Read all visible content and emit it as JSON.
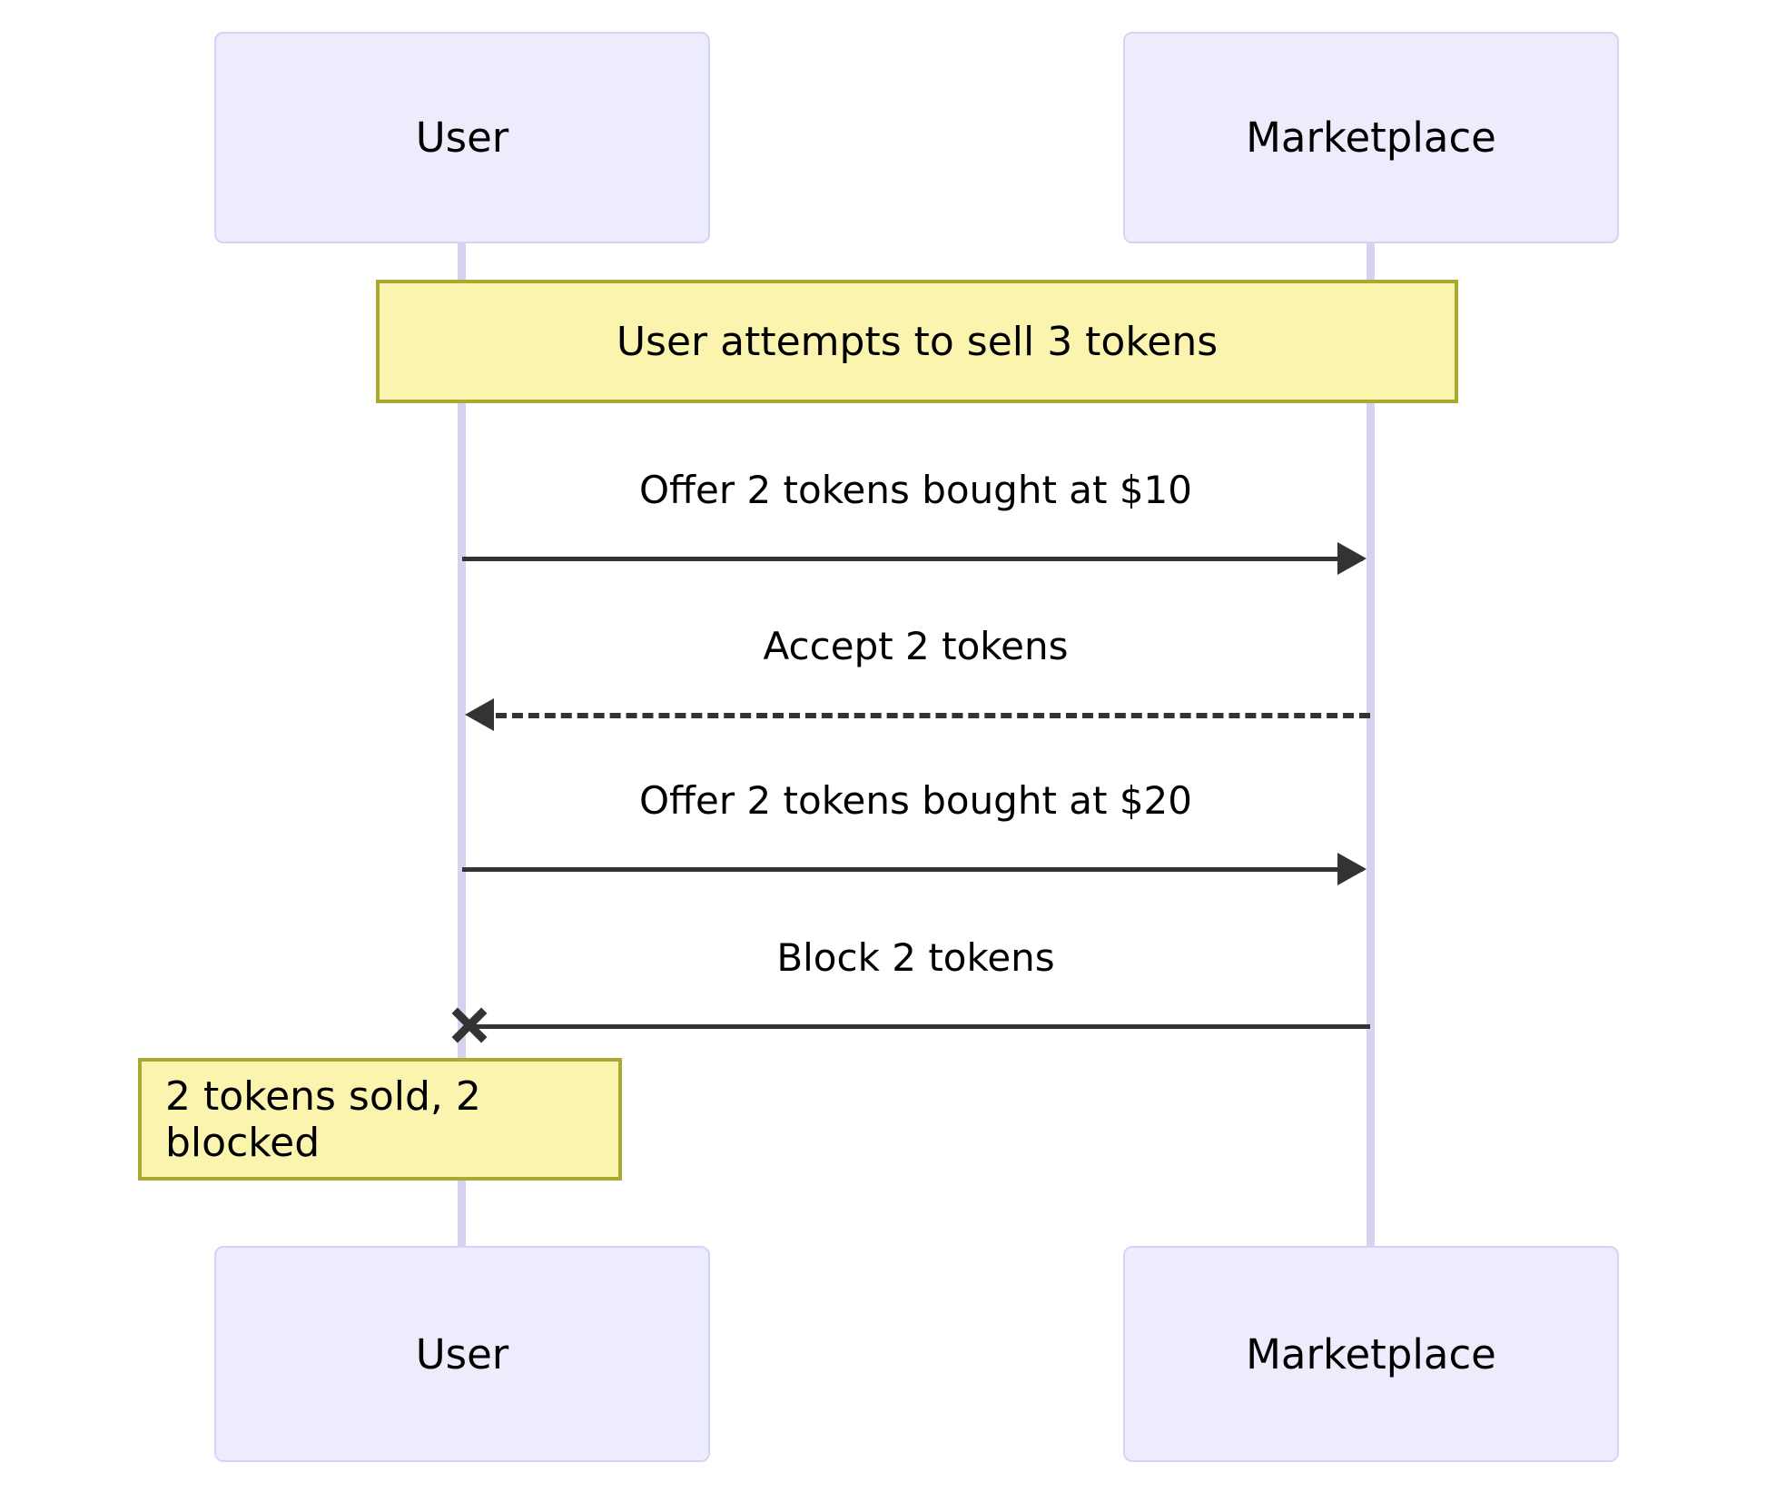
{
  "diagram": {
    "type": "sequence-diagram",
    "colors": {
      "actor_fill": "#ececfd",
      "actor_border": "#d4d4f7",
      "lifeline": "#d6d2ef",
      "note_fill": "#fbf4ae",
      "note_border": "#aaaa33",
      "line": "#333333",
      "text": "#000000",
      "background": "#ffffff"
    },
    "participants": [
      {
        "id": "user",
        "label": "User"
      },
      {
        "id": "marketplace",
        "label": "Marketplace"
      }
    ],
    "top_actors": [
      {
        "label": "User"
      },
      {
        "label": "Marketplace"
      }
    ],
    "bottom_actors": [
      {
        "label": "User"
      },
      {
        "label": "Marketplace"
      }
    ],
    "notes": [
      {
        "id": "note-sell-attempt",
        "text": "User attempts to sell 3 tokens",
        "span": "over User,Marketplace",
        "align": "center"
      },
      {
        "id": "note-result",
        "text": "2 tokens sold, 2 blocked",
        "span": "over User",
        "align": "left"
      }
    ],
    "messages": [
      {
        "id": "msg-offer-10",
        "label": "Offer 2 tokens bought at $10",
        "from": "user",
        "to": "marketplace",
        "direction": "right",
        "style": "solid",
        "arrowhead": "filled",
        "marker": "none"
      },
      {
        "id": "msg-accept",
        "label": "Accept 2 tokens",
        "from": "marketplace",
        "to": "user",
        "direction": "left",
        "style": "dashed",
        "arrowhead": "filled",
        "marker": "none"
      },
      {
        "id": "msg-offer-20",
        "label": "Offer 2 tokens bought at $20",
        "from": "user",
        "to": "marketplace",
        "direction": "right",
        "style": "solid",
        "arrowhead": "filled",
        "marker": "none"
      },
      {
        "id": "msg-block",
        "label": "Block 2 tokens",
        "from": "marketplace",
        "to": "user",
        "direction": "left",
        "style": "solid",
        "arrowhead": "none",
        "marker": "cross"
      }
    ]
  }
}
